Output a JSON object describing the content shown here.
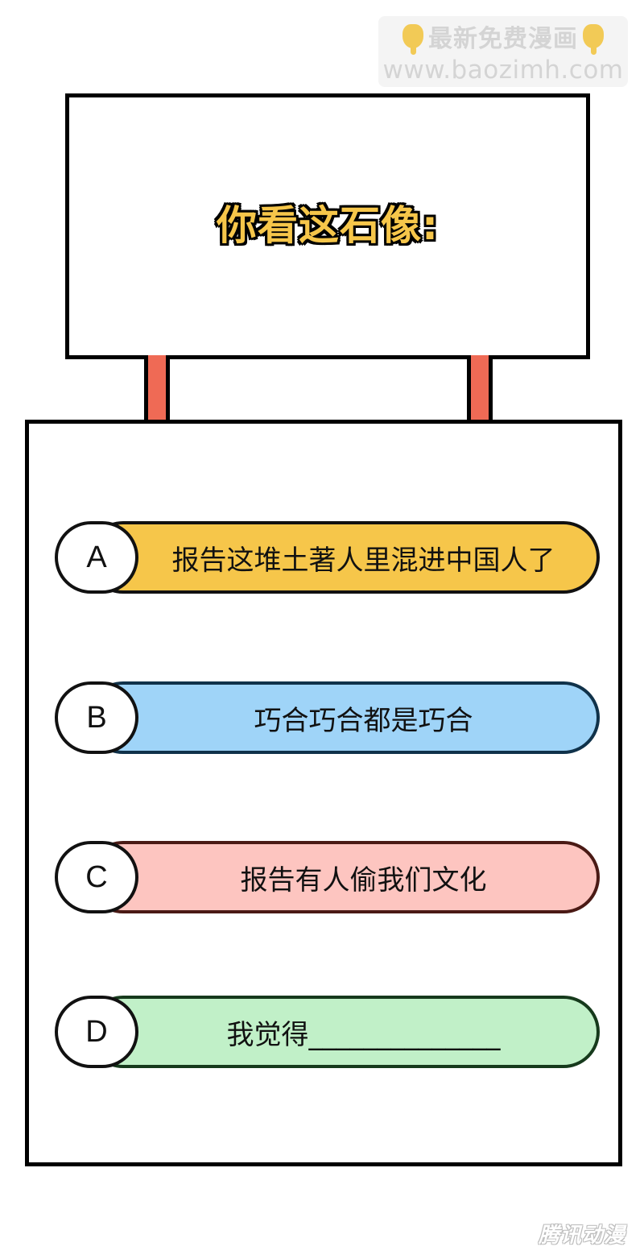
{
  "watermark": {
    "line1": "最新免费漫画",
    "line2": "www.baozimh.com",
    "icon": "pointing-down-hand-icon",
    "color": "#d2d2d2"
  },
  "sign": {
    "title": "你看这石像:",
    "title_color": "#f6c64a",
    "post_color": "#ef6a55"
  },
  "options": [
    {
      "letter": "A",
      "text": "报告这堆土著人里混进中国人了",
      "color": "#f6c64a"
    },
    {
      "letter": "B",
      "text": "巧合巧合都是巧合",
      "color": "#9fd4f8"
    },
    {
      "letter": "C",
      "text": "报告有人偷我们文化",
      "color": "#fdc5c0"
    },
    {
      "letter": "D",
      "text": "我觉得______________",
      "color": "#c1f0c8"
    }
  ],
  "logo": {
    "text": "腾讯动漫"
  }
}
